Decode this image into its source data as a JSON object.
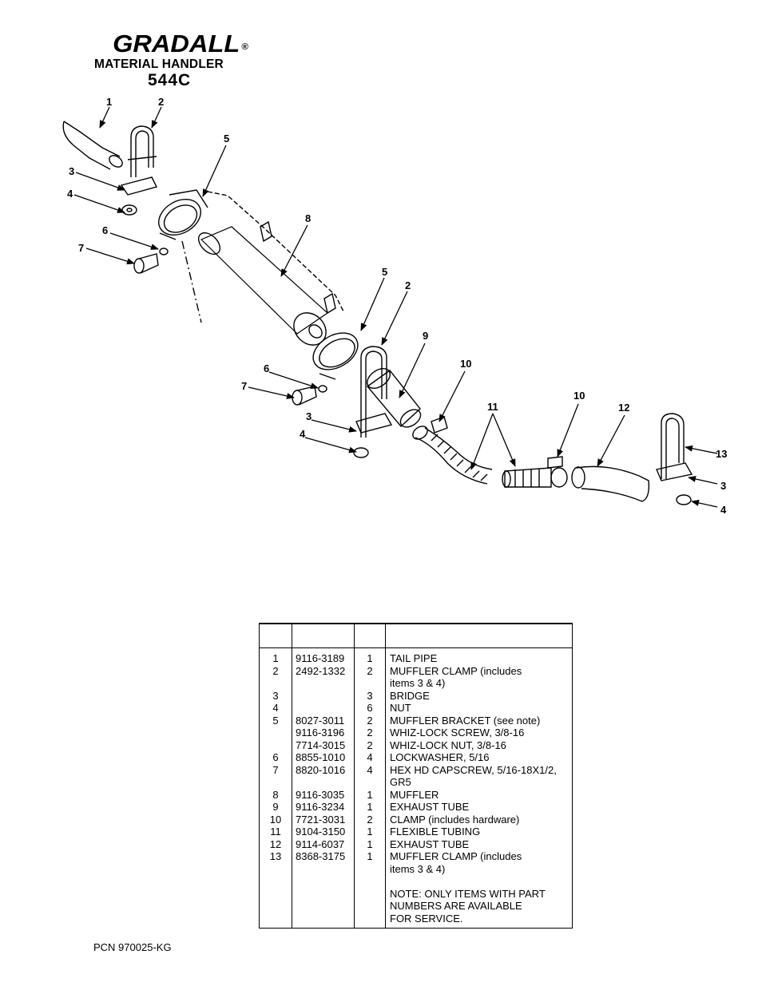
{
  "header": {
    "brand": "GRADALL",
    "registered": "®",
    "subtitle": "MATERIAL HANDLER",
    "model": "544C"
  },
  "callouts": {
    "c1": "1",
    "c2a": "2",
    "c2b": "2",
    "c3a": "3",
    "c3b": "3",
    "c3c": "3",
    "c4a": "4",
    "c4b": "4",
    "c4c": "4",
    "c5a": "5",
    "c5b": "5",
    "c6a": "6",
    "c6b": "6",
    "c7a": "7",
    "c7b": "7",
    "c8": "8",
    "c9": "9",
    "c10a": "10",
    "c10b": "10",
    "c11": "11",
    "c12": "12",
    "c13": "13"
  },
  "parts_table": {
    "rows": [
      {
        "item": "1",
        "part": "9116-3189",
        "qty": "1",
        "desc": "TAIL PIPE"
      },
      {
        "item": "2",
        "part": "2492-1332",
        "qty": "2",
        "desc": "MUFFLER CLAMP (includes"
      },
      {
        "item": "",
        "part": "",
        "qty": "",
        "desc": "items 3 & 4)"
      },
      {
        "item": "3",
        "part": "",
        "qty": "3",
        "desc": "BRIDGE"
      },
      {
        "item": "4",
        "part": "",
        "qty": "6",
        "desc": "NUT"
      },
      {
        "item": "5",
        "part": "8027-3011",
        "qty": "2",
        "desc": "MUFFLER BRACKET (see note)"
      },
      {
        "item": "",
        "part": "9116-3196",
        "qty": "2",
        "desc": "WHIZ-LOCK SCREW, 3/8-16"
      },
      {
        "item": "",
        "part": "7714-3015",
        "qty": "2",
        "desc": "WHIZ-LOCK NUT, 3/8-16"
      },
      {
        "item": "6",
        "part": "8855-1010",
        "qty": "4",
        "desc": "LOCKWASHER, 5/16"
      },
      {
        "item": "7",
        "part": "8820-1016",
        "qty": "4",
        "desc": "HEX HD CAPSCREW, 5/16-18X1/2,"
      },
      {
        "item": "",
        "part": "",
        "qty": "",
        "desc": "GR5"
      },
      {
        "item": "8",
        "part": "9116-3035",
        "qty": "1",
        "desc": "MUFFLER"
      },
      {
        "item": "9",
        "part": "9116-3234",
        "qty": "1",
        "desc": "EXHAUST TUBE"
      },
      {
        "item": "10",
        "part": "7721-3031",
        "qty": "2",
        "desc": "CLAMP (includes hardware)"
      },
      {
        "item": "11",
        "part": "9104-3150",
        "qty": "1",
        "desc": "FLEXIBLE TUBING"
      },
      {
        "item": "12",
        "part": "9114-6037",
        "qty": "1",
        "desc": "EXHAUST TUBE"
      },
      {
        "item": "13",
        "part": "8368-3175",
        "qty": "1",
        "desc": "MUFFLER CLAMP (includes"
      },
      {
        "item": "",
        "part": "",
        "qty": "",
        "desc": "items 3 & 4)"
      },
      {
        "item": "",
        "part": "",
        "qty": "",
        "desc": ""
      },
      {
        "item": "",
        "part": "",
        "qty": "",
        "desc": "NOTE:  ONLY ITEMS WITH PART"
      },
      {
        "item": "",
        "part": "",
        "qty": "",
        "desc": "NUMBERS ARE AVAILABLE"
      },
      {
        "item": "",
        "part": "",
        "qty": "",
        "desc": "FOR SERVICE."
      }
    ]
  },
  "footer": {
    "pcn": "PCN 970025-KG"
  }
}
